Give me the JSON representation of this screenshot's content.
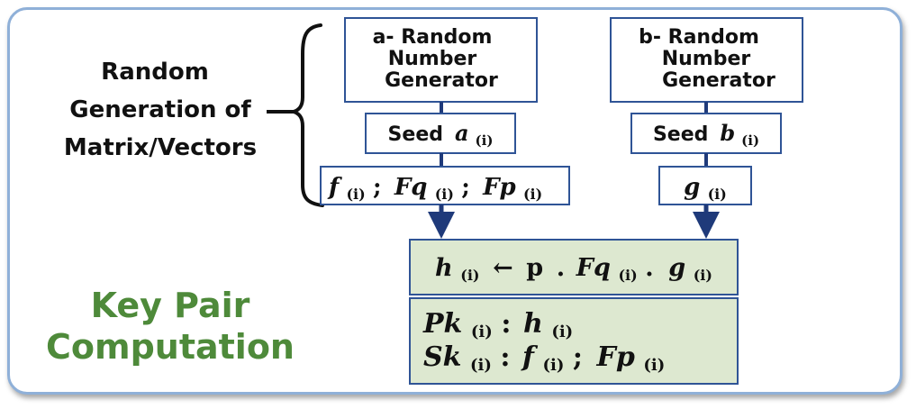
{
  "left_label": {
    "lines": [
      "Random",
      "Generation of",
      "Matrix/Vectors"
    ]
  },
  "rng_a": {
    "lines": [
      "a-  Random",
      "Number",
      "Generator"
    ]
  },
  "rng_b": {
    "lines": [
      "b-  Random",
      "Number",
      "Generator"
    ]
  },
  "seed_a": {
    "word": "Seed",
    "var": "a",
    "sub": "(i)"
  },
  "seed_b": {
    "word": "Seed",
    "var": "b",
    "sub": "(i)"
  },
  "out_a": [
    {
      "var": "f",
      "sub": "(i)",
      "sep": ";"
    },
    {
      "var": "Fq",
      "sub": "(i)",
      "sep": ";"
    },
    {
      "var": "Fp",
      "sub": "(i)",
      "sep": ""
    }
  ],
  "out_b": {
    "var": "g",
    "sub": "(i)"
  },
  "compute": {
    "h_var": "h",
    "h_sub": "(i)",
    "arrow": "←",
    "p": "p",
    "dot1": ".",
    "fq_var": "Fq",
    "fq_sub": "(i)",
    "dot2": ".",
    "g_var": "g",
    "g_sub": "(i)"
  },
  "keys": {
    "pk_var": "Pk",
    "pk_sub": "(i)",
    "pk_colon": ":",
    "pk_h_var": "h",
    "pk_h_sub": "(i)",
    "sk_var": "Sk",
    "sk_sub": "(i)",
    "sk_colon": ":",
    "sk_f_var": "f",
    "sk_f_sub": "(i)",
    "sk_sep": ";",
    "sk_fp_var": "Fp",
    "sk_fp_sub": "(i)"
  },
  "bottom_label": {
    "lines": [
      "Key Pair",
      "Computation"
    ]
  },
  "colors": {
    "border": "#8fb0d8",
    "box_stroke": "#2f5496",
    "arrow": "#1f3a7a",
    "green_text": "#4e8a3a",
    "green_fill": "#dde8d0"
  }
}
